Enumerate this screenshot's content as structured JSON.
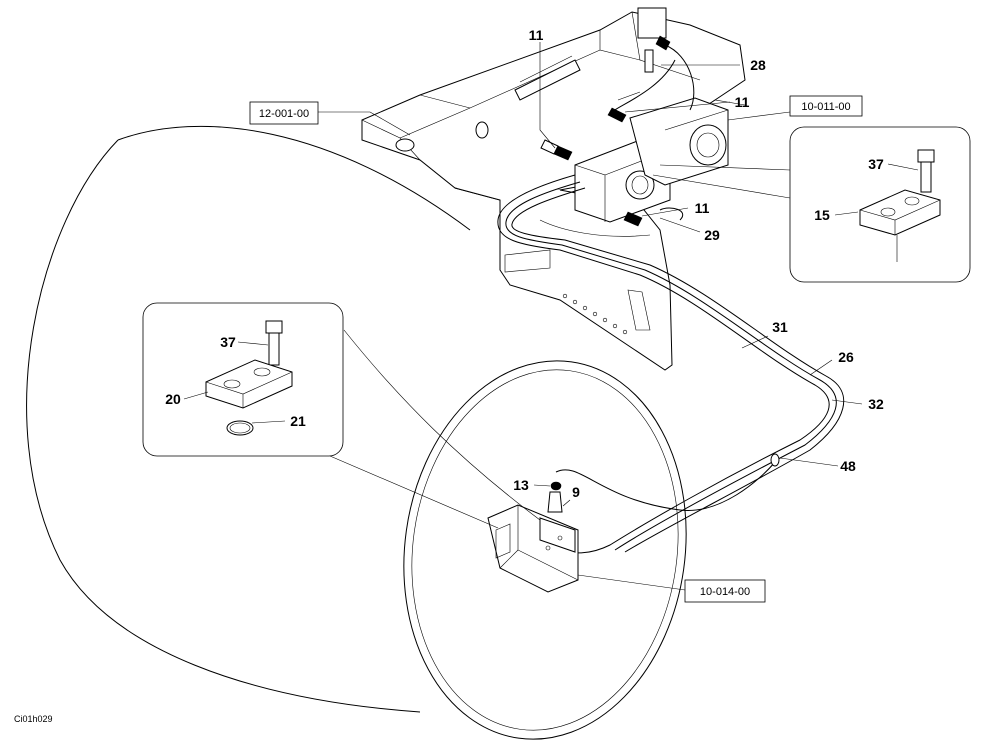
{
  "callouts": {
    "c11a": "11",
    "c28": "28",
    "c11b": "11",
    "c11c": "11",
    "c29": "29",
    "c37a": "37",
    "c15": "15",
    "c37b": "37",
    "c20": "20",
    "c21": "21",
    "c31": "31",
    "c26": "26",
    "c32": "32",
    "c48": "48",
    "c13": "13",
    "c9": "9"
  },
  "references": {
    "r1": "12-001-00",
    "r2": "10-011-00",
    "r3": "10-014-00"
  },
  "drawing_code": "Ci01h029"
}
